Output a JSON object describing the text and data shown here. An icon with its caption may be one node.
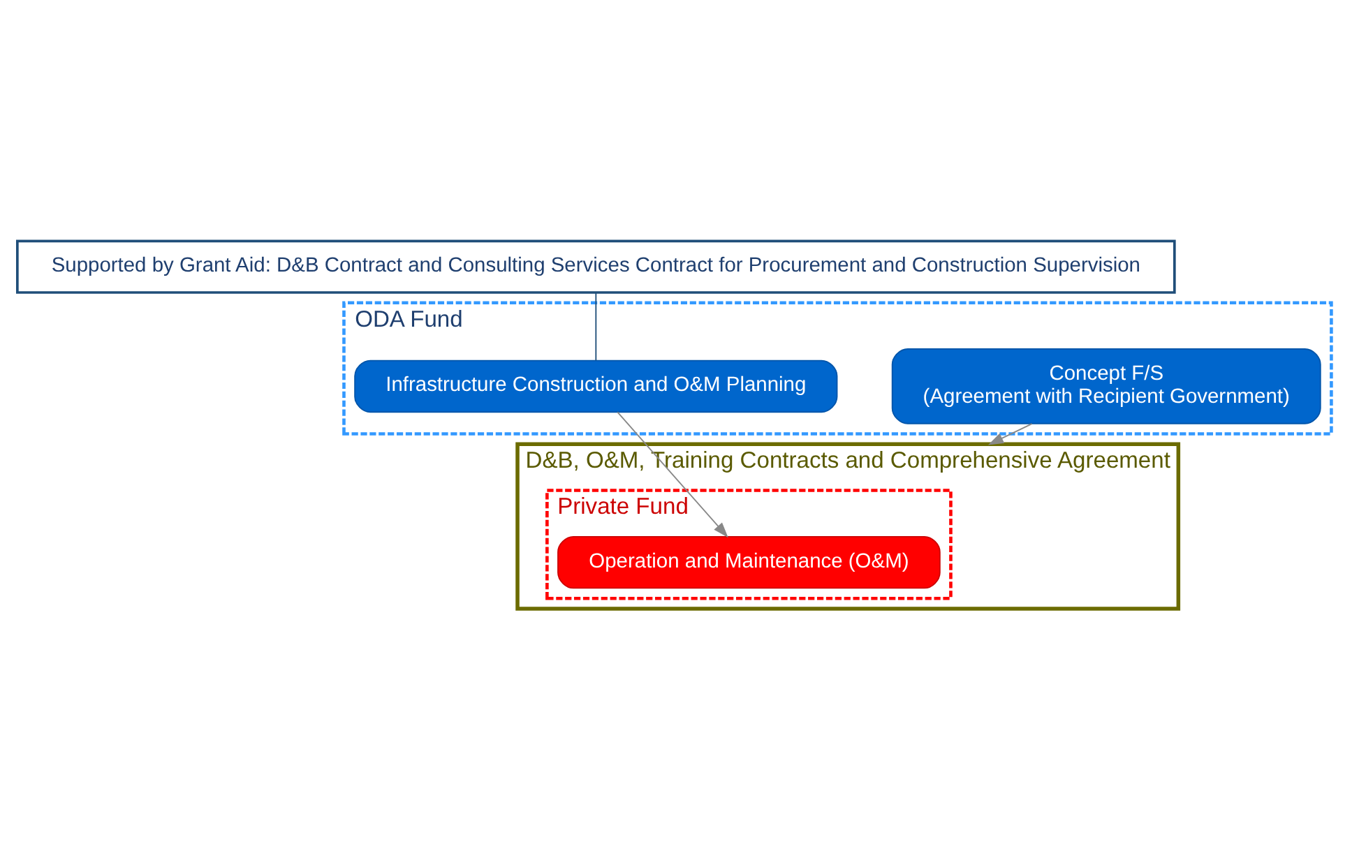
{
  "diagram": {
    "nodes": [
      {
        "text": [
          "ODA Fund"
        ]
      },
      {
        "text": [
          "Concept F/S",
          "(Agreement with Recipient Government)"
        ],
        "in": 0
      },
      {
        "text": [
          "D&B, O&M, Training Contracts and Comprehensive Agreement"
        ]
      },
      {
        "text": [
          "Infrastructure Construction and O&M Planning"
        ],
        "in": 0
      },
      {
        "text": [
          "Supported by Grant Aid: D&B Contract and Consulting Services Contract for Procurement and Construction Supervision"
        ]
      },
      {
        "text": [
          "Private Fund"
        ],
        "in": 2
      },
      {
        "text": [
          "Operation and Maintenance (O&M)"
        ],
        "in": 5
      }
    ],
    "edges": [
      {
        "from": 1,
        "to": 2,
        "arrow": "to"
      },
      {
        "from": 3,
        "to": 6,
        "arrow": "to"
      },
      {
        "from": 4,
        "to": 3,
        "arrow": "none",
        "color": "#1f4e79"
      }
    ]
  }
}
